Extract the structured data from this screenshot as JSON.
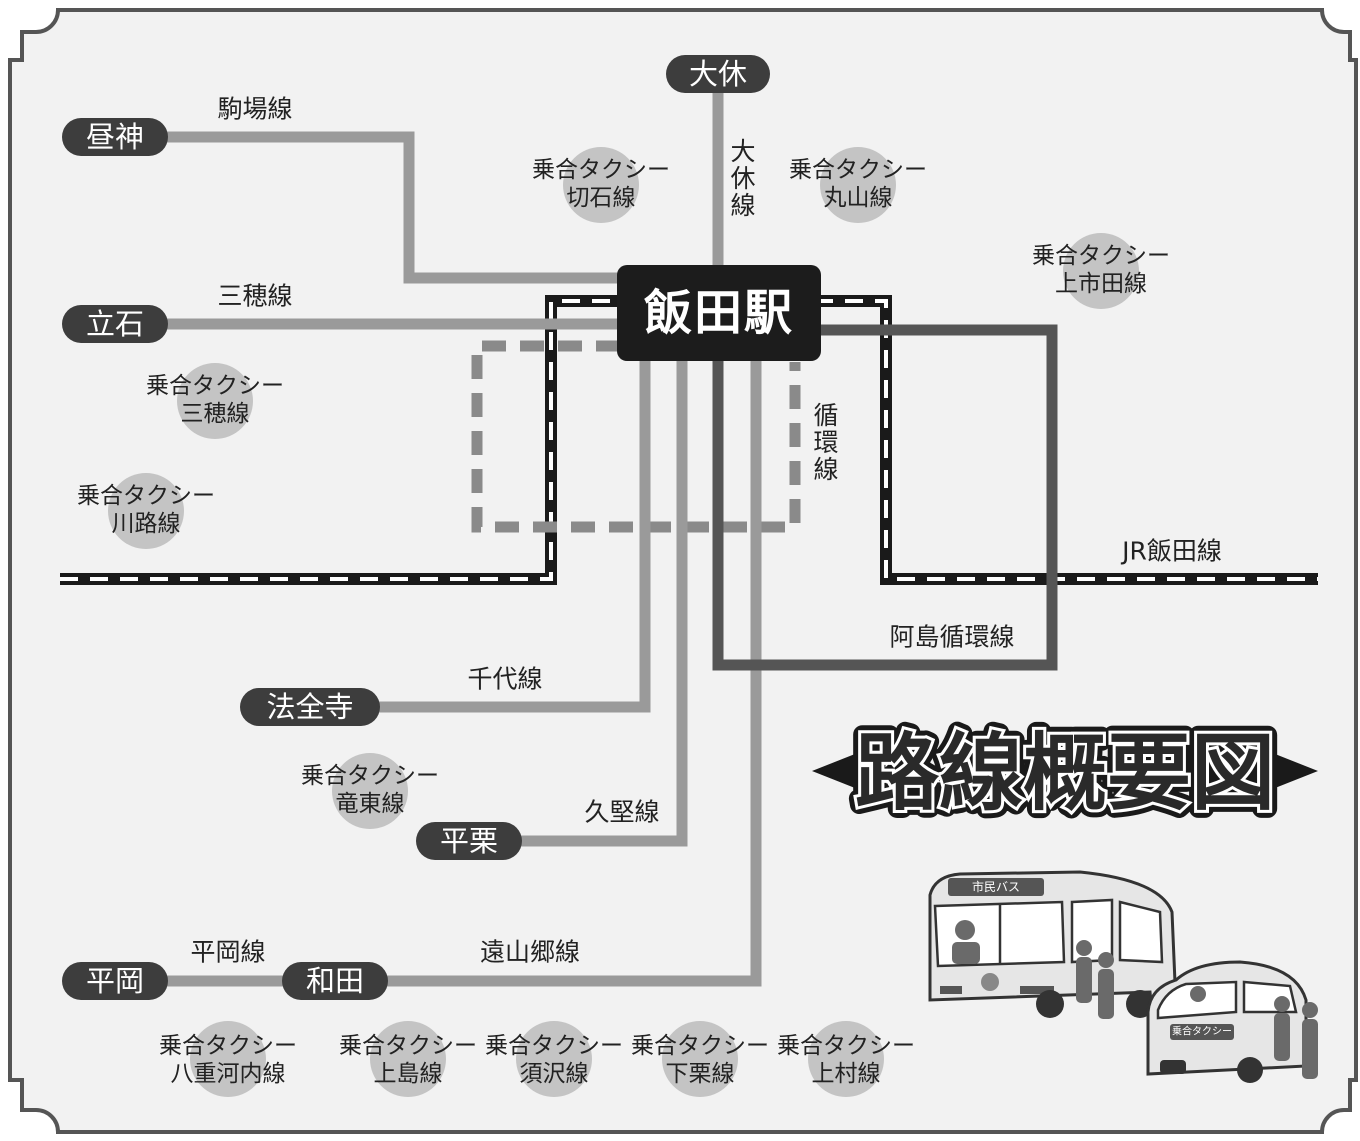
{
  "hub": {
    "label": "飯田駅"
  },
  "terminals": {
    "ookyuu": "大休",
    "hirugami": "昼神",
    "tateishi": "立石",
    "hozenji": "法全寺",
    "hiraguri": "平栗",
    "hiraoka": "平岡",
    "wada": "和田"
  },
  "routes": {
    "komaba": "駒場線",
    "sanpo": "三穂線",
    "ookyuu_line": "大休線",
    "junkan": "循環線",
    "jr_iida": "JR飯田線",
    "ajima_junkan": "阿島循環線",
    "chiyo": "千代線",
    "kugata": "久堅線",
    "hiraoka_line": "平岡線",
    "tooyamago": "遠山郷線"
  },
  "shared_taxi": {
    "prefix": "乗合タクシー",
    "lines": {
      "kiriishi": "切石線",
      "maruyama": "丸山線",
      "kamiichida": "上市田線",
      "sanpo": "三穂線",
      "kawaji": "川路線",
      "tatsuhigashi": "竜東線",
      "yaekawachi": "八重河内線",
      "kamijima": "上島線",
      "suzawa": "須沢線",
      "shimoguri": "下栗線",
      "kamimura": "上村線"
    }
  },
  "title": "路線概要図",
  "illustration": {
    "bus_sign": "市民バス",
    "taxi_sign": "乗合タクシー"
  },
  "colors": {
    "bus_route": "#9a9a9a",
    "loop_route": "#555555",
    "railway": "#1a1a1a",
    "taxi_badge": "#c4c4c4",
    "terminal_pill": "#3d3d3d"
  }
}
